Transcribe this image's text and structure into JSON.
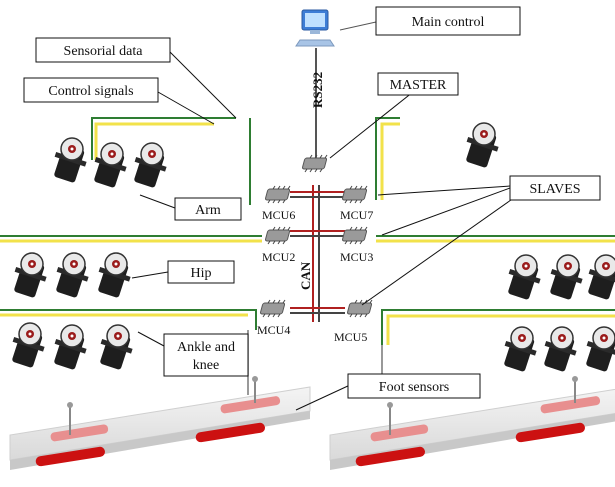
{
  "labels": {
    "main_control": "Main control",
    "sensorial_data": "Sensorial data",
    "control_signals": "Control signals",
    "master": "MASTER",
    "slaves": "SLAVES",
    "arm": "Arm",
    "hip": "Hip",
    "ankle_knee_1": "Ankle and",
    "ankle_knee_2": "knee",
    "foot_sensors": "Foot sensors",
    "rs232": "RS232",
    "can": "CAN"
  },
  "mcus": [
    "MCU6",
    "MCU7",
    "MCU2",
    "MCU3",
    "MCU4",
    "MCU5"
  ],
  "colors": {
    "sensorial_line": "#2e7d32",
    "control_line": "#f2e24a",
    "bus_red": "#b02020",
    "foot_red": "#cc1111",
    "foot_pink": "#e88f8f",
    "servo_dark": "#1e1e1e"
  },
  "icons": [
    "computer-icon",
    "mcu-chip-icon",
    "servo-motor-icon",
    "foot-sensor-plate-icon"
  ]
}
